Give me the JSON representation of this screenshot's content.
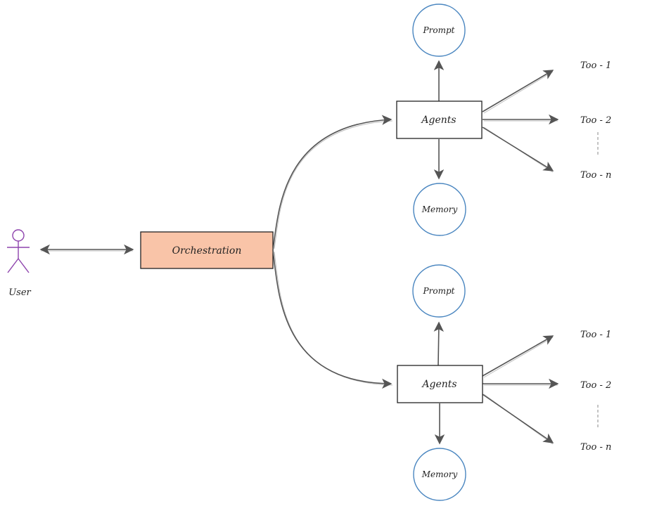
{
  "colors": {
    "actor": "#8e44ad",
    "orchestration_fill": "#f9c4a8",
    "circle_stroke": "#4a86c0",
    "edge": "#555555"
  },
  "actor": {
    "label": "User",
    "icon": "stick-figure-icon"
  },
  "orchestration": {
    "label": "Orchestration"
  },
  "agent_groups": [
    {
      "agent_label": "Agents",
      "prompt_label": "Prompt",
      "memory_label": "Memory",
      "tools": [
        "Too - 1",
        "Too - 2",
        "Too - n"
      ]
    },
    {
      "agent_label": "Agents",
      "prompt_label": "Prompt",
      "memory_label": "Memory",
      "tools": [
        "Too - 1",
        "Too - 2",
        "Too - n"
      ]
    }
  ]
}
